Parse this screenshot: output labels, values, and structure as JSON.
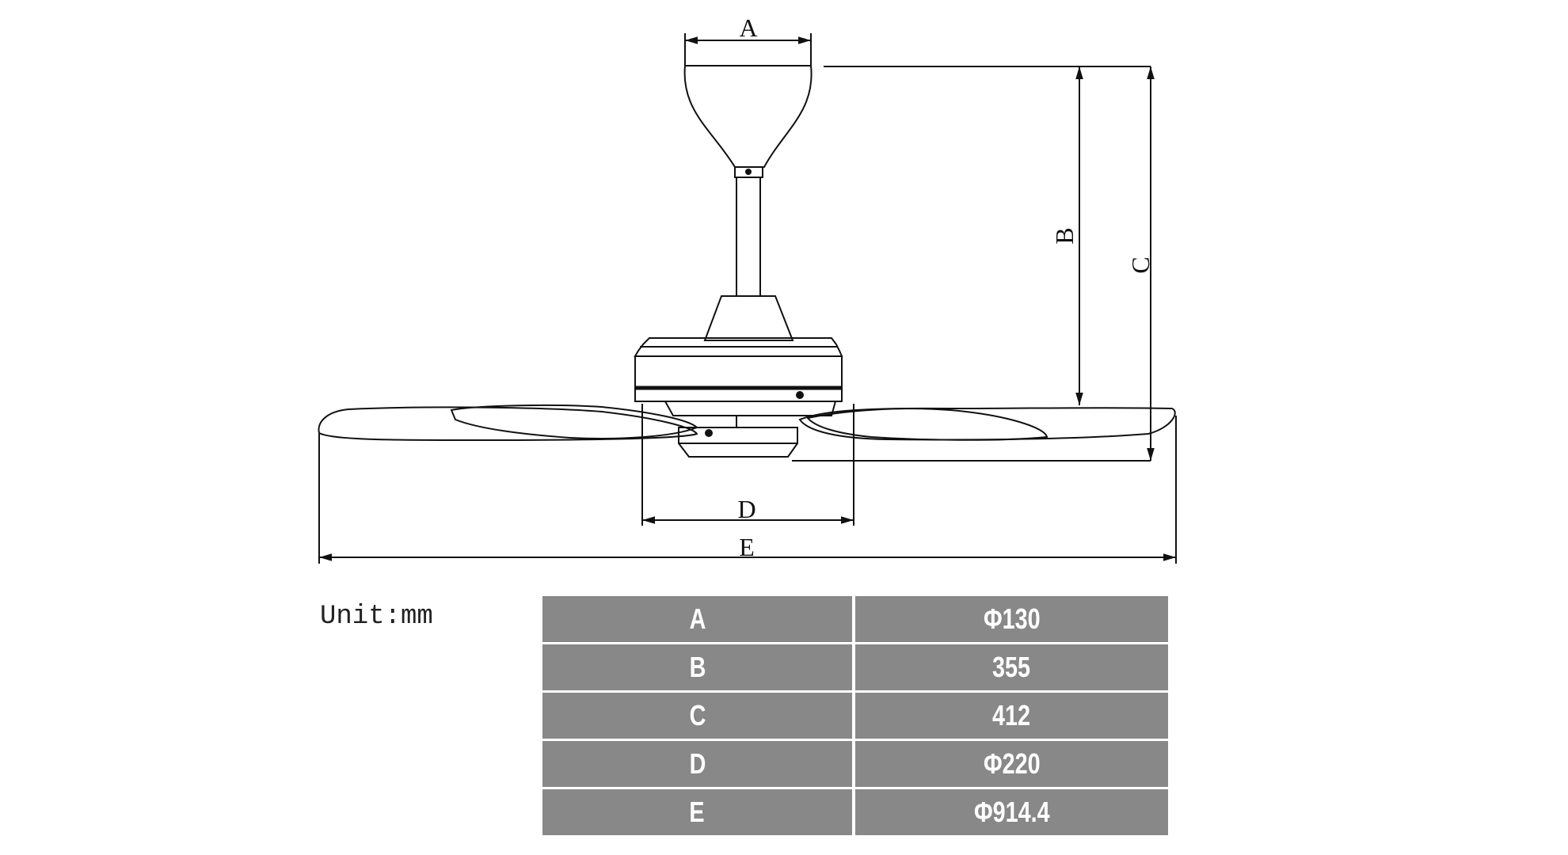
{
  "labels": {
    "A": "A",
    "B": "B",
    "C": "C",
    "D": "D",
    "E": "E"
  },
  "unit_label": "Unit:mm",
  "table": [
    {
      "key": "A",
      "value": "Φ130"
    },
    {
      "key": "B",
      "value": "355"
    },
    {
      "key": "C",
      "value": "412"
    },
    {
      "key": "D",
      "value": "Φ220"
    },
    {
      "key": "E",
      "value": "Φ914.4"
    }
  ],
  "colors": {
    "table_fill": "#888888",
    "line": "#111111"
  }
}
